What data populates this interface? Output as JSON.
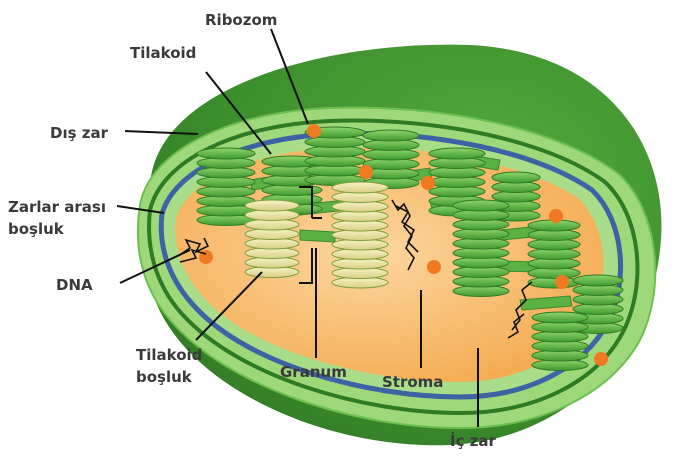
{
  "labels": {
    "ribozom": "Ribozom",
    "tilakoid": "Tilakoid",
    "dis_zar": "Dış zar",
    "zarlar_arasi_1": "Zarlar arası",
    "zarlar_arasi_2": "boşluk",
    "dna": "DNA",
    "tilakoid_bosluk_1": "Tilakoid",
    "tilakoid_bosluk_2": "boşluk",
    "granum": "Granum",
    "stroma": "Stroma",
    "ic_zar": "İç zar"
  },
  "colors": {
    "outer_membrane_dark": "#3f8f2f",
    "outer_membrane_light": "#7cc65a",
    "inner_membrane_blue": "#3d63a5",
    "stroma_orange": "#f5a94a",
    "stroma_light": "#fbd9a0",
    "thylakoid_green": "#4fae3a",
    "thylakoid_light": "#e9e2a0",
    "ribosome": "#f07a22"
  }
}
